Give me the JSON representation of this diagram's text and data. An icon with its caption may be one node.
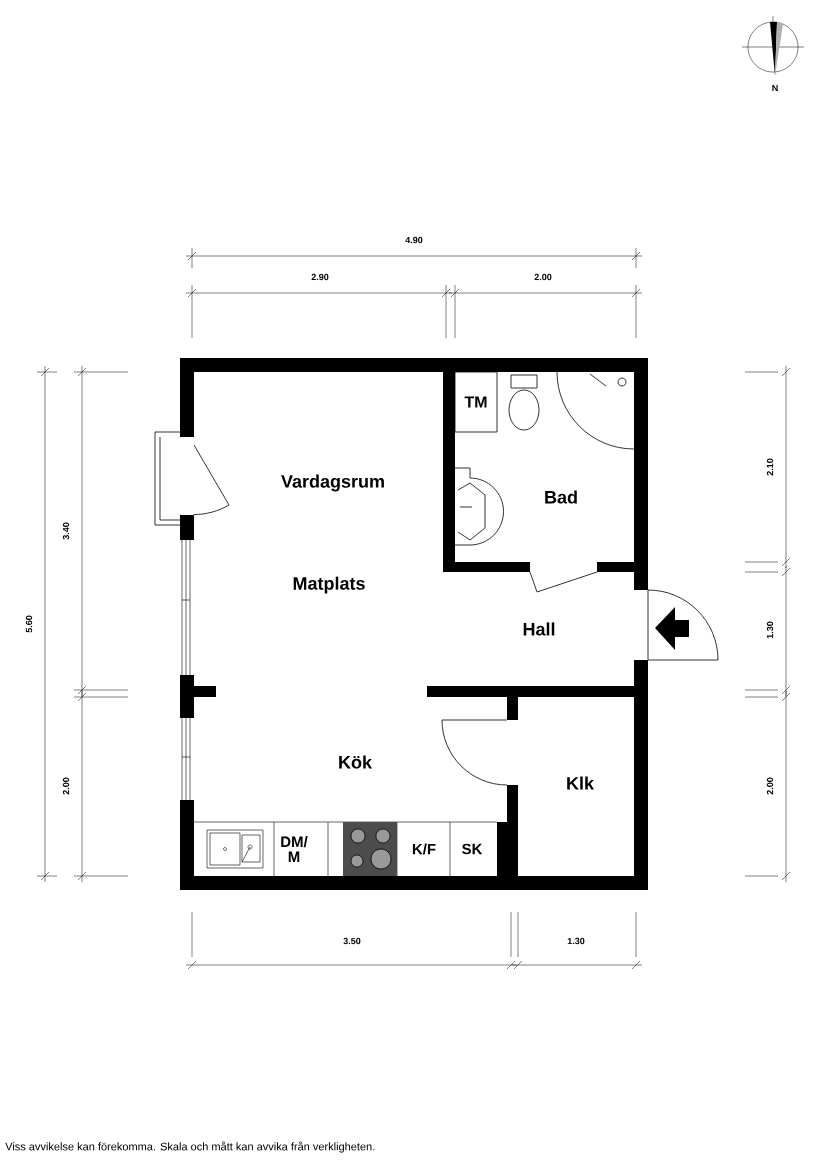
{
  "diagram": {
    "labels": [
      "N",
      "4.90",
      "2.90",
      "2.00",
      "TM",
      "Vardagsrum",
      "Bad",
      "2.10",
      "3.40",
      "5.60",
      "Matplats",
      "Hall",
      "1.30",
      "Kök",
      "2.00",
      "Klk",
      "2.00",
      "DM/ M",
      "K/F",
      "SK",
      "3.50",
      "1.30"
    ],
    "caption": "Viss avvikelse kan förekomma. Skala och mått kan avvika från verkligheten."
  }
}
